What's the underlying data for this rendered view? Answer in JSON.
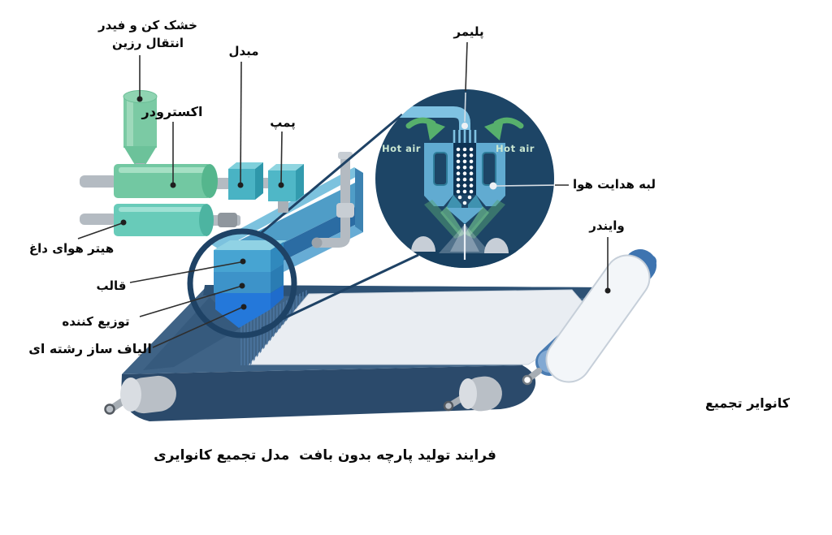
{
  "labels": {
    "dryer_feeder_line1": "خشک کن و فیدر",
    "dryer_feeder_line2": "انتقال رزین",
    "exchanger": "مبدل",
    "extruder": "اکسترودر",
    "pump": "پمپ",
    "polymer": "پلیمر",
    "air_guide_edge": "لبه هدایت هوا",
    "winder": "وایندر",
    "hot_air_heater": "هیتر هوای داغ",
    "die": "قالب",
    "distributor": "توزیع کننده",
    "filament_fiber_maker": "الیاف ساز رشته ای",
    "collection_conveyor": "کانوایر تجمیع"
  },
  "inset": {
    "hot_air_left": "Hot air",
    "hot_air_right": "Hot air"
  },
  "caption": "فرایند تولید پارچه بدون بافت  مدل تجمیع کانوایری",
  "colors": {
    "machine_green": "#72c8a2",
    "machine_teal": "#68cbb9",
    "cube_teal": "#49b3c4",
    "beam_blue": "#4f9dc7",
    "die_layer1": "#47a4d2",
    "die_layer2": "#3d93c9",
    "die_layer3": "#2478da",
    "inset_navy": "#1d4566",
    "hot_air_green": "#57b06c",
    "ring_navy": "#1e4265",
    "conveyor_top": "#3f6386",
    "conveyor_front": "#2b4a6b",
    "fabric_white": "#e9edf2",
    "pipe_grey": "#b4bbc2"
  }
}
